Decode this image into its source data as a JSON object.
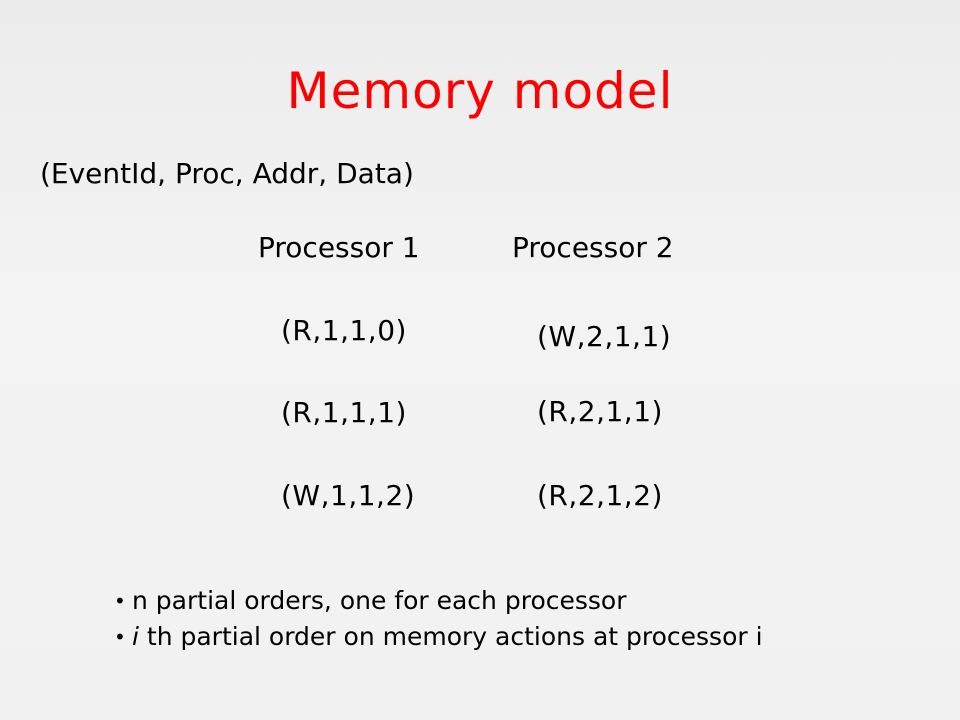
{
  "slide": {
    "title": "Memory model",
    "tuple_format": "(EventId, Proc, Addr, Data)",
    "processors": [
      {
        "header": "Processor 1",
        "events": [
          "(R,1,1,0)",
          "(R,1,1,1)",
          "(W,1,1,2)"
        ]
      },
      {
        "header": "Processor 2",
        "events": [
          "(W,2,1,1)",
          "(R,2,1,1)",
          "(R,2,1,2)"
        ]
      }
    ],
    "bullets": [
      {
        "lead": "n",
        "lead_italic": false,
        "text": " partial orders, one for each processor"
      },
      {
        "lead": "i",
        "lead_italic": true,
        "text": " th partial order on memory actions at processor i"
      }
    ],
    "colors": {
      "title": "#ff0000",
      "text": "#000000",
      "background": "#efefef"
    }
  }
}
